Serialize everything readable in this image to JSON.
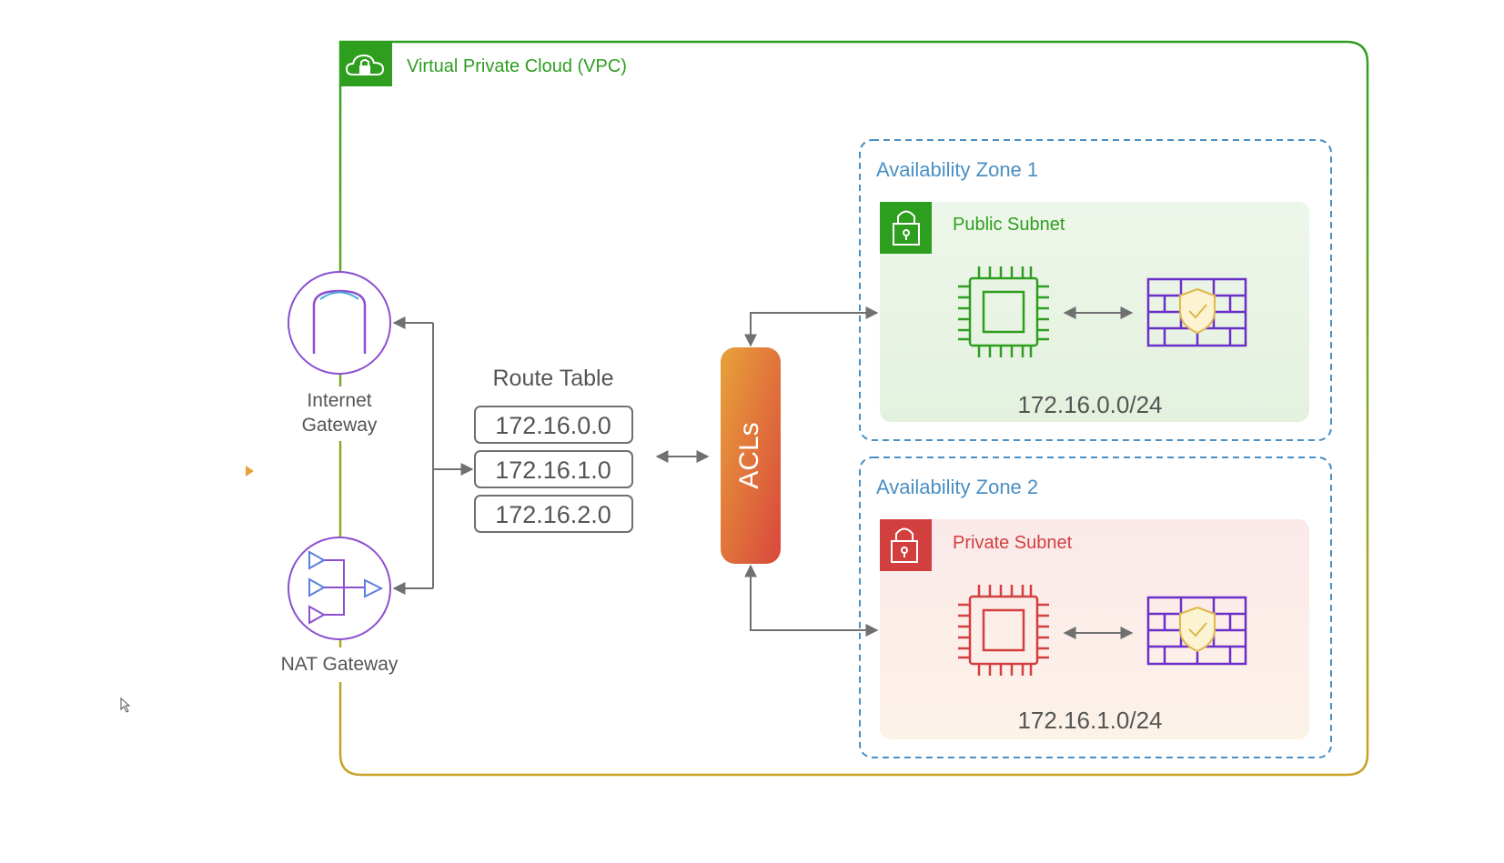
{
  "vpc": {
    "title": "Virtual Private Cloud (VPC)"
  },
  "internet_gateway": {
    "label_line1": "Internet",
    "label_line2": "Gateway"
  },
  "nat_gateway": {
    "label": "NAT Gateway"
  },
  "route_table": {
    "title": "Route Table",
    "entries": [
      "172.16.0.0",
      "172.16.1.0",
      "172.16.2.0"
    ]
  },
  "acls": {
    "label": "ACLs"
  },
  "zone1": {
    "title": "Availability Zone 1",
    "subnet": {
      "title": "Public Subnet",
      "cidr": "172.16.0.0/24"
    }
  },
  "zone2": {
    "title": "Availability Zone 2",
    "subnet": {
      "title": "Private Subnet",
      "cidr": "172.16.1.0/24"
    }
  },
  "colors": {
    "vpc_green": "#2e9e1f",
    "vpc_gold": "#c9a227",
    "gateway_purple": "#8c4fd1",
    "zone_blue": "#4a8fc4",
    "public_green": "#2e9e1f",
    "private_red": "#d13f3f",
    "firewall_purple": "#6a2fc9",
    "arrow_gray": "#707070"
  },
  "icons": {
    "vpc": "cloud-lock-icon",
    "subnet": "padlock-icon",
    "instance": "cpu-chip-icon",
    "firewall": "brick-firewall-shield-icon"
  }
}
